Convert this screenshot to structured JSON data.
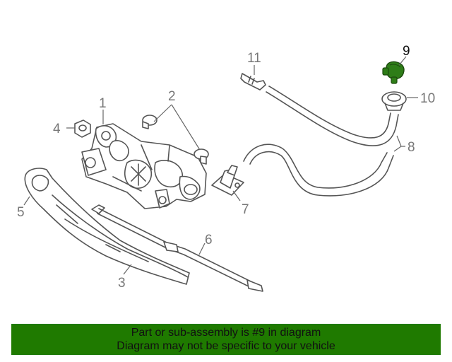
{
  "colors": {
    "banner_bg": "#1f7a00",
    "highlight_part": "#2e7d18",
    "line": "#555555",
    "callout_text": "#777777"
  },
  "callouts": {
    "c1": "1",
    "c2": "2",
    "c3": "3",
    "c4": "4",
    "c5": "5",
    "c6": "6",
    "c7": "7",
    "c8": "8",
    "c9": "9",
    "c10": "10",
    "c11": "11"
  },
  "highlighted_callout": "9",
  "banner": {
    "line1": "Part or sub-assembly is #9 in diagram",
    "line2": "Diagram may not be specific to your vehicle"
  }
}
